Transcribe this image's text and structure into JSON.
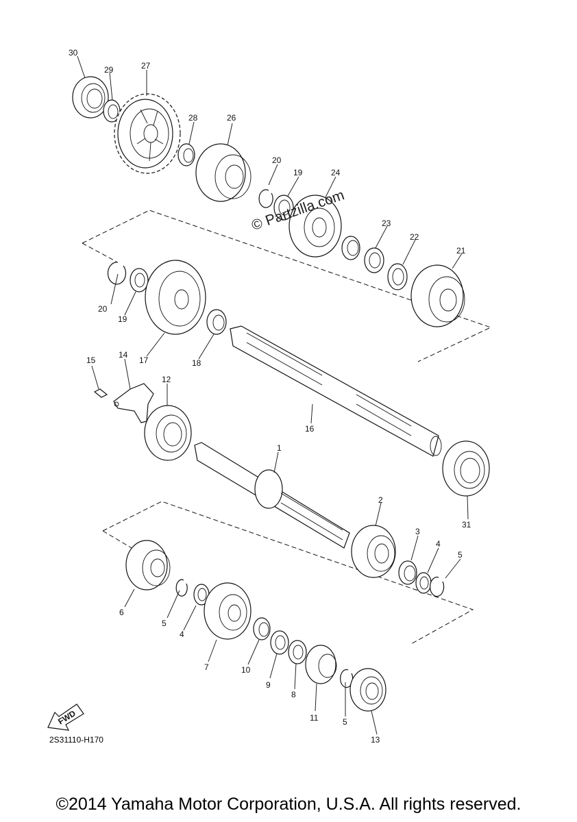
{
  "drawing_code": "2S31110-H170",
  "fwd_label": "FWD",
  "watermark": "© Partzilla.com",
  "copyright": "©2014 Yamaha Motor Corporation, U.S.A. All rights reserved.",
  "callouts": [
    "1",
    "2",
    "3",
    "4",
    "5",
    "6",
    "7",
    "8",
    "9",
    "10",
    "11",
    "12",
    "13",
    "14",
    "15",
    "16",
    "17",
    "18",
    "19",
    "20",
    "21",
    "22",
    "23",
    "24",
    "26",
    "27",
    "28",
    "29",
    "30",
    "31"
  ]
}
